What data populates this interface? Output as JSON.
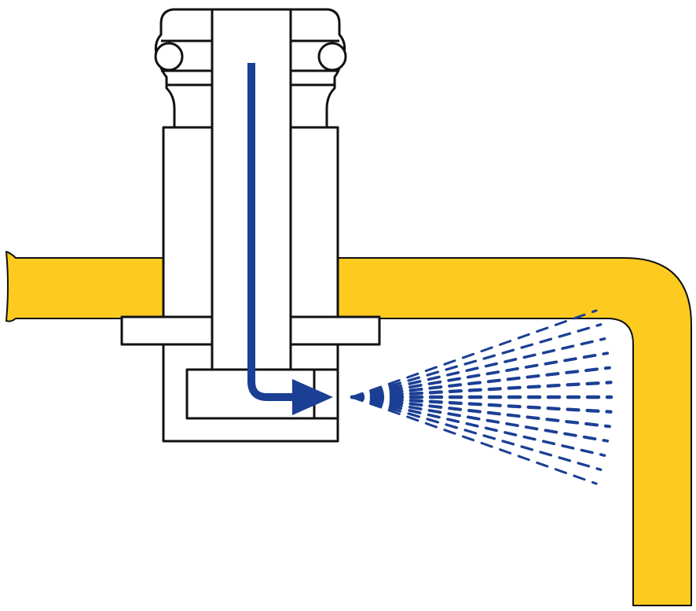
{
  "diagram": {
    "colors": {
      "background": "#ffffff",
      "pipe": "#FDCB20",
      "outline": "#111111",
      "flow": "#1B3F94"
    },
    "components": [
      "tank-wall",
      "nozzle-body",
      "flange",
      "central-tube",
      "outlet-slot",
      "flow-arrow",
      "spray-pattern"
    ]
  }
}
